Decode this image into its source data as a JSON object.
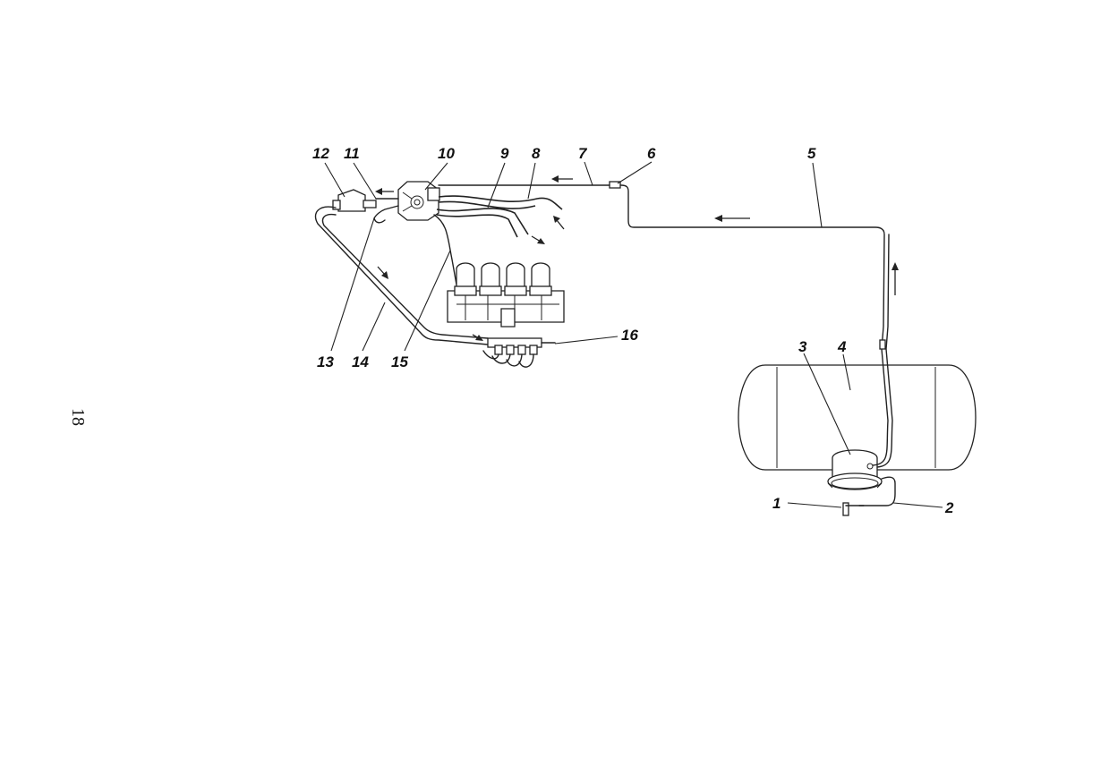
{
  "page": {
    "number": "18"
  },
  "callouts": [
    {
      "id": "1",
      "label": "1"
    },
    {
      "id": "2",
      "label": "2"
    },
    {
      "id": "3",
      "label": "3"
    },
    {
      "id": "4",
      "label": "4"
    },
    {
      "id": "5",
      "label": "5"
    },
    {
      "id": "6",
      "label": "6"
    },
    {
      "id": "7",
      "label": "7"
    },
    {
      "id": "8",
      "label": "8"
    },
    {
      "id": "9",
      "label": "9"
    },
    {
      "id": "10",
      "label": "10"
    },
    {
      "id": "11",
      "label": "11"
    },
    {
      "id": "12",
      "label": "12"
    },
    {
      "id": "13",
      "label": "13"
    },
    {
      "id": "14",
      "label": "14"
    },
    {
      "id": "15",
      "label": "15"
    },
    {
      "id": "16",
      "label": "16"
    }
  ],
  "colors": {
    "line": "#222222",
    "background": "#ffffff"
  }
}
